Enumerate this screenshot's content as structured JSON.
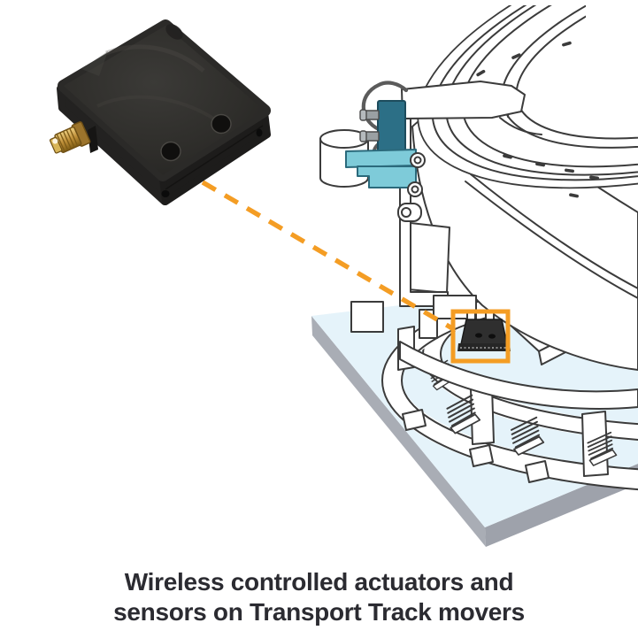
{
  "figure": {
    "caption_line1": "Wireless controlled actuators and",
    "caption_line2": "sensors on Transport Track movers"
  },
  "colors": {
    "accent_orange": "#F49D24",
    "teal_dark": "#2C6F86",
    "teal_light": "#7ECBD9",
    "plate_blue": "#E5F3FA",
    "plate_gray": "#A9ADB5",
    "line_dark": "#3B3B3B",
    "device_body": "#2E2D2B",
    "caption_text": "#2B2B31",
    "background": "#FFFFFF"
  },
  "icons": [
    "wireless-module-photo",
    "sma-antenna-connector-icon",
    "dashed-signal-line",
    "sensor-highlight-box",
    "mover-sensor-icon",
    "actuator-block",
    "mounting-bracket",
    "pneumatic-cylinder",
    "cable",
    "transport-track",
    "base-plate",
    "mover-body",
    "flange-ring"
  ]
}
